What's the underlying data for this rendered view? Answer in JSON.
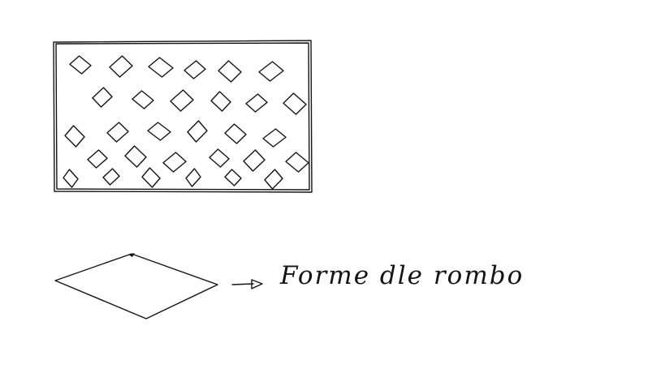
{
  "diagram": {
    "legend": {
      "arrow_symbol": "→",
      "caption": "Forme dle rombo"
    },
    "pattern": {
      "rows": [
        6,
        6,
        6,
        6,
        6
      ]
    },
    "ink_color": "#141414",
    "background_color": "#ffffff"
  }
}
